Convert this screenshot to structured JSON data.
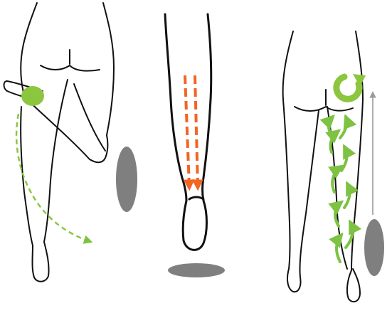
{
  "figure": {
    "panels": [
      {
        "id": "left",
        "depicts": "legs-rear-view-bent-knee"
      },
      {
        "id": "middle",
        "depicts": "single-leg-landing"
      },
      {
        "id": "right",
        "depicts": "legs-rear-view-standing"
      }
    ],
    "colors": {
      "outline": "#111111",
      "green_accent": "#8cc63f",
      "green_arrow": "#7dc242",
      "orange_arrow": "#f26522",
      "shadow": "#7f7f7f",
      "vertical_arrow": "#9a9a9a",
      "background": "#ffffff"
    },
    "icons": [
      "dashed-curve-arrow",
      "down-arrows",
      "rotation-arrow",
      "spiral-arrows",
      "up-arrow"
    ]
  }
}
